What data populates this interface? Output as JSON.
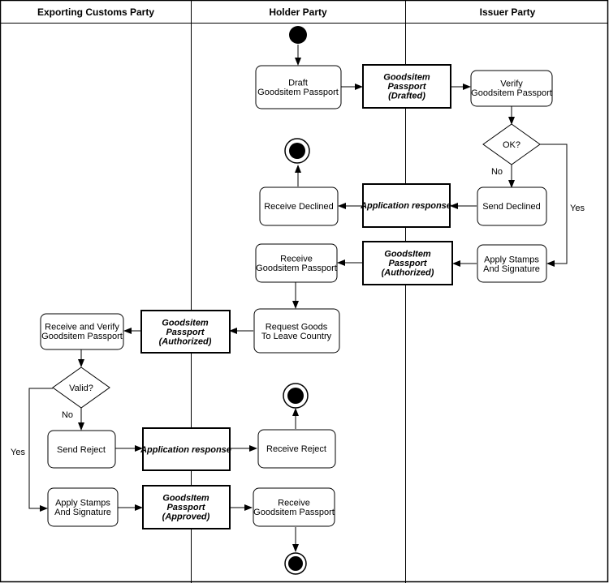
{
  "lanes": [
    {
      "id": "lane-exporting",
      "title": "Exporting Customs Party"
    },
    {
      "id": "lane-holder",
      "title": "Holder Party"
    },
    {
      "id": "lane-issuer",
      "title": "Issuer Party"
    }
  ],
  "nodes": {
    "draft": [
      "Draft",
      "Goodsitem Passport"
    ],
    "obj_drafted": [
      "Goodsitem",
      "Passport",
      "(Drafted)"
    ],
    "verify": [
      "Verify",
      "Goodsitem Passport"
    ],
    "decision_ok": [
      "OK?"
    ],
    "receive_declined": [
      "Receive Declined"
    ],
    "obj_response_1": [
      "Application response"
    ],
    "send_declined": [
      "Send Declined"
    ],
    "receive_passport_1": [
      "Receive",
      "Goodsitem Passport"
    ],
    "obj_authorized_1": [
      "GoodsItem",
      "Passport",
      "(Authorized)"
    ],
    "apply_stamps_1": [
      "Apply Stamps",
      "And Signature"
    ],
    "request_goods": [
      "Request Goods",
      "To Leave Country"
    ],
    "obj_authorized_2": [
      "Goodsitem",
      "Passport",
      "(Authorized)"
    ],
    "receive_verify": [
      "Receive and Verify",
      "Goodsitem Passport"
    ],
    "decision_valid": [
      "Valid?"
    ],
    "send_reject": [
      "Send Reject"
    ],
    "obj_response_2": [
      "Application response"
    ],
    "receive_reject": [
      "Receive Reject"
    ],
    "apply_stamps_2": [
      "Apply Stamps",
      "And Signature"
    ],
    "obj_approved": [
      "GoodsItem",
      "Passport",
      "(Approved)"
    ],
    "receive_passport_2": [
      "Receive",
      "Goodsitem Passport"
    ]
  },
  "edge_labels": {
    "ok_no": "No",
    "ok_yes": "Yes",
    "valid_no": "No",
    "valid_yes": "Yes"
  }
}
